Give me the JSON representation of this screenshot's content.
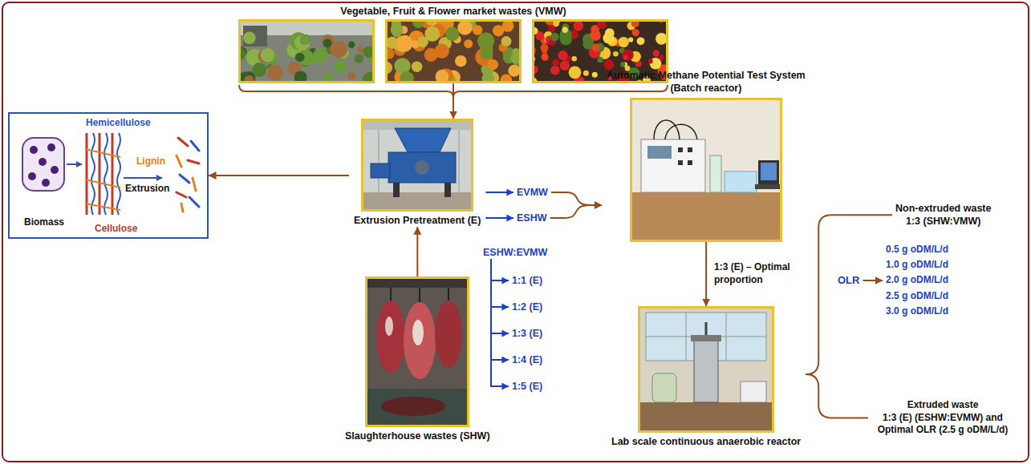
{
  "diagram": {
    "nodes": [
      {
        "text": [
          "Vegetable, Fruit & Flower market wastes (VMW)"
        ]
      },
      {
        "text": [
          "Hemicellulose",
          "Lignin",
          "Extrusion",
          "Biomass",
          "Cellulose"
        ]
      },
      {
        "text": [
          "Extrusion Pretreatment (E)"
        ]
      },
      {
        "text": [
          "EVMW"
        ]
      },
      {
        "text": [
          "ESHW"
        ]
      },
      {
        "text": [
          "ESHW:EVMW"
        ]
      },
      {
        "text": [
          "1:1 (E)"
        ]
      },
      {
        "text": [
          "1:2 (E)"
        ]
      },
      {
        "text": [
          "1:3 (E)"
        ]
      },
      {
        "text": [
          "1:4 (E)"
        ]
      },
      {
        "text": [
          "1:5 (E)"
        ]
      },
      {
        "text": [
          "Slaughterhouse wastes (SHW)"
        ]
      },
      {
        "text": [
          "Automatic Methane Potential Test System",
          "(Batch reactor)"
        ]
      },
      {
        "text": [
          "Lab scale continuous anaerobic reactor"
        ]
      },
      {
        "text": [
          "Non-extruded waste",
          "1:3 (SHW:VMW)"
        ]
      },
      {
        "text": [
          "OLR"
        ]
      },
      {
        "text": [
          "0.5 g oDM/L/d",
          "1.0 g oDM/L/d",
          "2.0 g oDM/L/d",
          "2.5 g oDM/L/d",
          "3.0 g oDM/L/d"
        ]
      },
      {
        "text": [
          "Extruded waste",
          "1:3 (E) (ESHW:EVMW) and Optimal OLR (2.5 g oDM/L/d)"
        ]
      }
    ],
    "edges": [
      {
        "from": 0,
        "to": 2,
        "arrow": "to"
      },
      {
        "from": 2,
        "to": 1,
        "arrow": "to"
      },
      {
        "from": 11,
        "to": 2,
        "arrow": "to"
      },
      {
        "from": 2,
        "to": 3,
        "arrow": "to"
      },
      {
        "from": 2,
        "to": 4,
        "arrow": "to"
      },
      {
        "from": 5,
        "to": 6,
        "arrow": "to"
      },
      {
        "from": 5,
        "to": 7,
        "arrow": "to"
      },
      {
        "from": 5,
        "to": 8,
        "arrow": "to"
      },
      {
        "from": 5,
        "to": 9,
        "arrow": "to"
      },
      {
        "from": 5,
        "to": 10,
        "arrow": "to"
      },
      {
        "from": 3,
        "to": 12,
        "arrow": "to"
      },
      {
        "from": 4,
        "to": 12,
        "arrow": "to"
      },
      {
        "from": 12,
        "to": 13,
        "label": "1:3 (E) – Optimal proportion",
        "arrow": "to"
      },
      {
        "from": 13,
        "to": 14,
        "arrow": "none"
      },
      {
        "from": 13,
        "to": 17,
        "arrow": "none"
      },
      {
        "from": 15,
        "to": 16,
        "arrow": "to"
      }
    ]
  }
}
